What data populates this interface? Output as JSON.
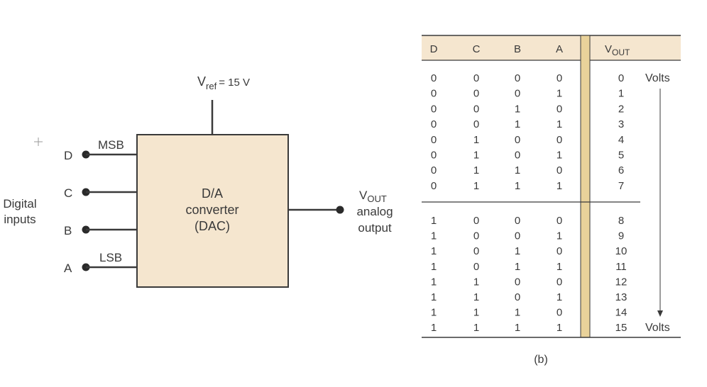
{
  "diagram": {
    "vref": {
      "main": "V",
      "sub": "ref",
      "rest": "= 15 V"
    },
    "block": {
      "line1": "D/A",
      "line2": "converter",
      "line3": "(DAC)"
    },
    "inputs": {
      "D": "D",
      "C": "C",
      "B": "B",
      "A": "A",
      "msb": "MSB",
      "lsb": "LSB",
      "group_line1": "Digital",
      "group_line2": "inputs"
    },
    "output": {
      "main": "V",
      "sub": "OUT",
      "line2": "analog",
      "line3": "output"
    }
  },
  "table": {
    "headers": [
      "D",
      "C",
      "B",
      "A"
    ],
    "vout_header": {
      "main": "V",
      "sub": "OUT"
    },
    "rows": [
      [
        "0",
        "0",
        "0",
        "0",
        "0"
      ],
      [
        "0",
        "0",
        "0",
        "1",
        "1"
      ],
      [
        "0",
        "0",
        "1",
        "0",
        "2"
      ],
      [
        "0",
        "0",
        "1",
        "1",
        "3"
      ],
      [
        "0",
        "1",
        "0",
        "0",
        "4"
      ],
      [
        "0",
        "1",
        "0",
        "1",
        "5"
      ],
      [
        "0",
        "1",
        "1",
        "0",
        "6"
      ],
      [
        "0",
        "1",
        "1",
        "1",
        "7"
      ],
      [
        "1",
        "0",
        "0",
        "0",
        "8"
      ],
      [
        "1",
        "0",
        "0",
        "1",
        "9"
      ],
      [
        "1",
        "0",
        "1",
        "0",
        "10"
      ],
      [
        "1",
        "0",
        "1",
        "1",
        "11"
      ],
      [
        "1",
        "1",
        "0",
        "0",
        "12"
      ],
      [
        "1",
        "1",
        "0",
        "1",
        "13"
      ],
      [
        "1",
        "1",
        "1",
        "0",
        "14"
      ],
      [
        "1",
        "1",
        "1",
        "1",
        "15"
      ]
    ],
    "volts_top": "Volts",
    "volts_bottom": "Volts",
    "caption": "(b)"
  },
  "colors": {
    "block_fill": "#f5e6cf",
    "header_fill": "#f5e6cf",
    "stripe_fill": "#e9d29a",
    "line": "#3a3a3a"
  }
}
